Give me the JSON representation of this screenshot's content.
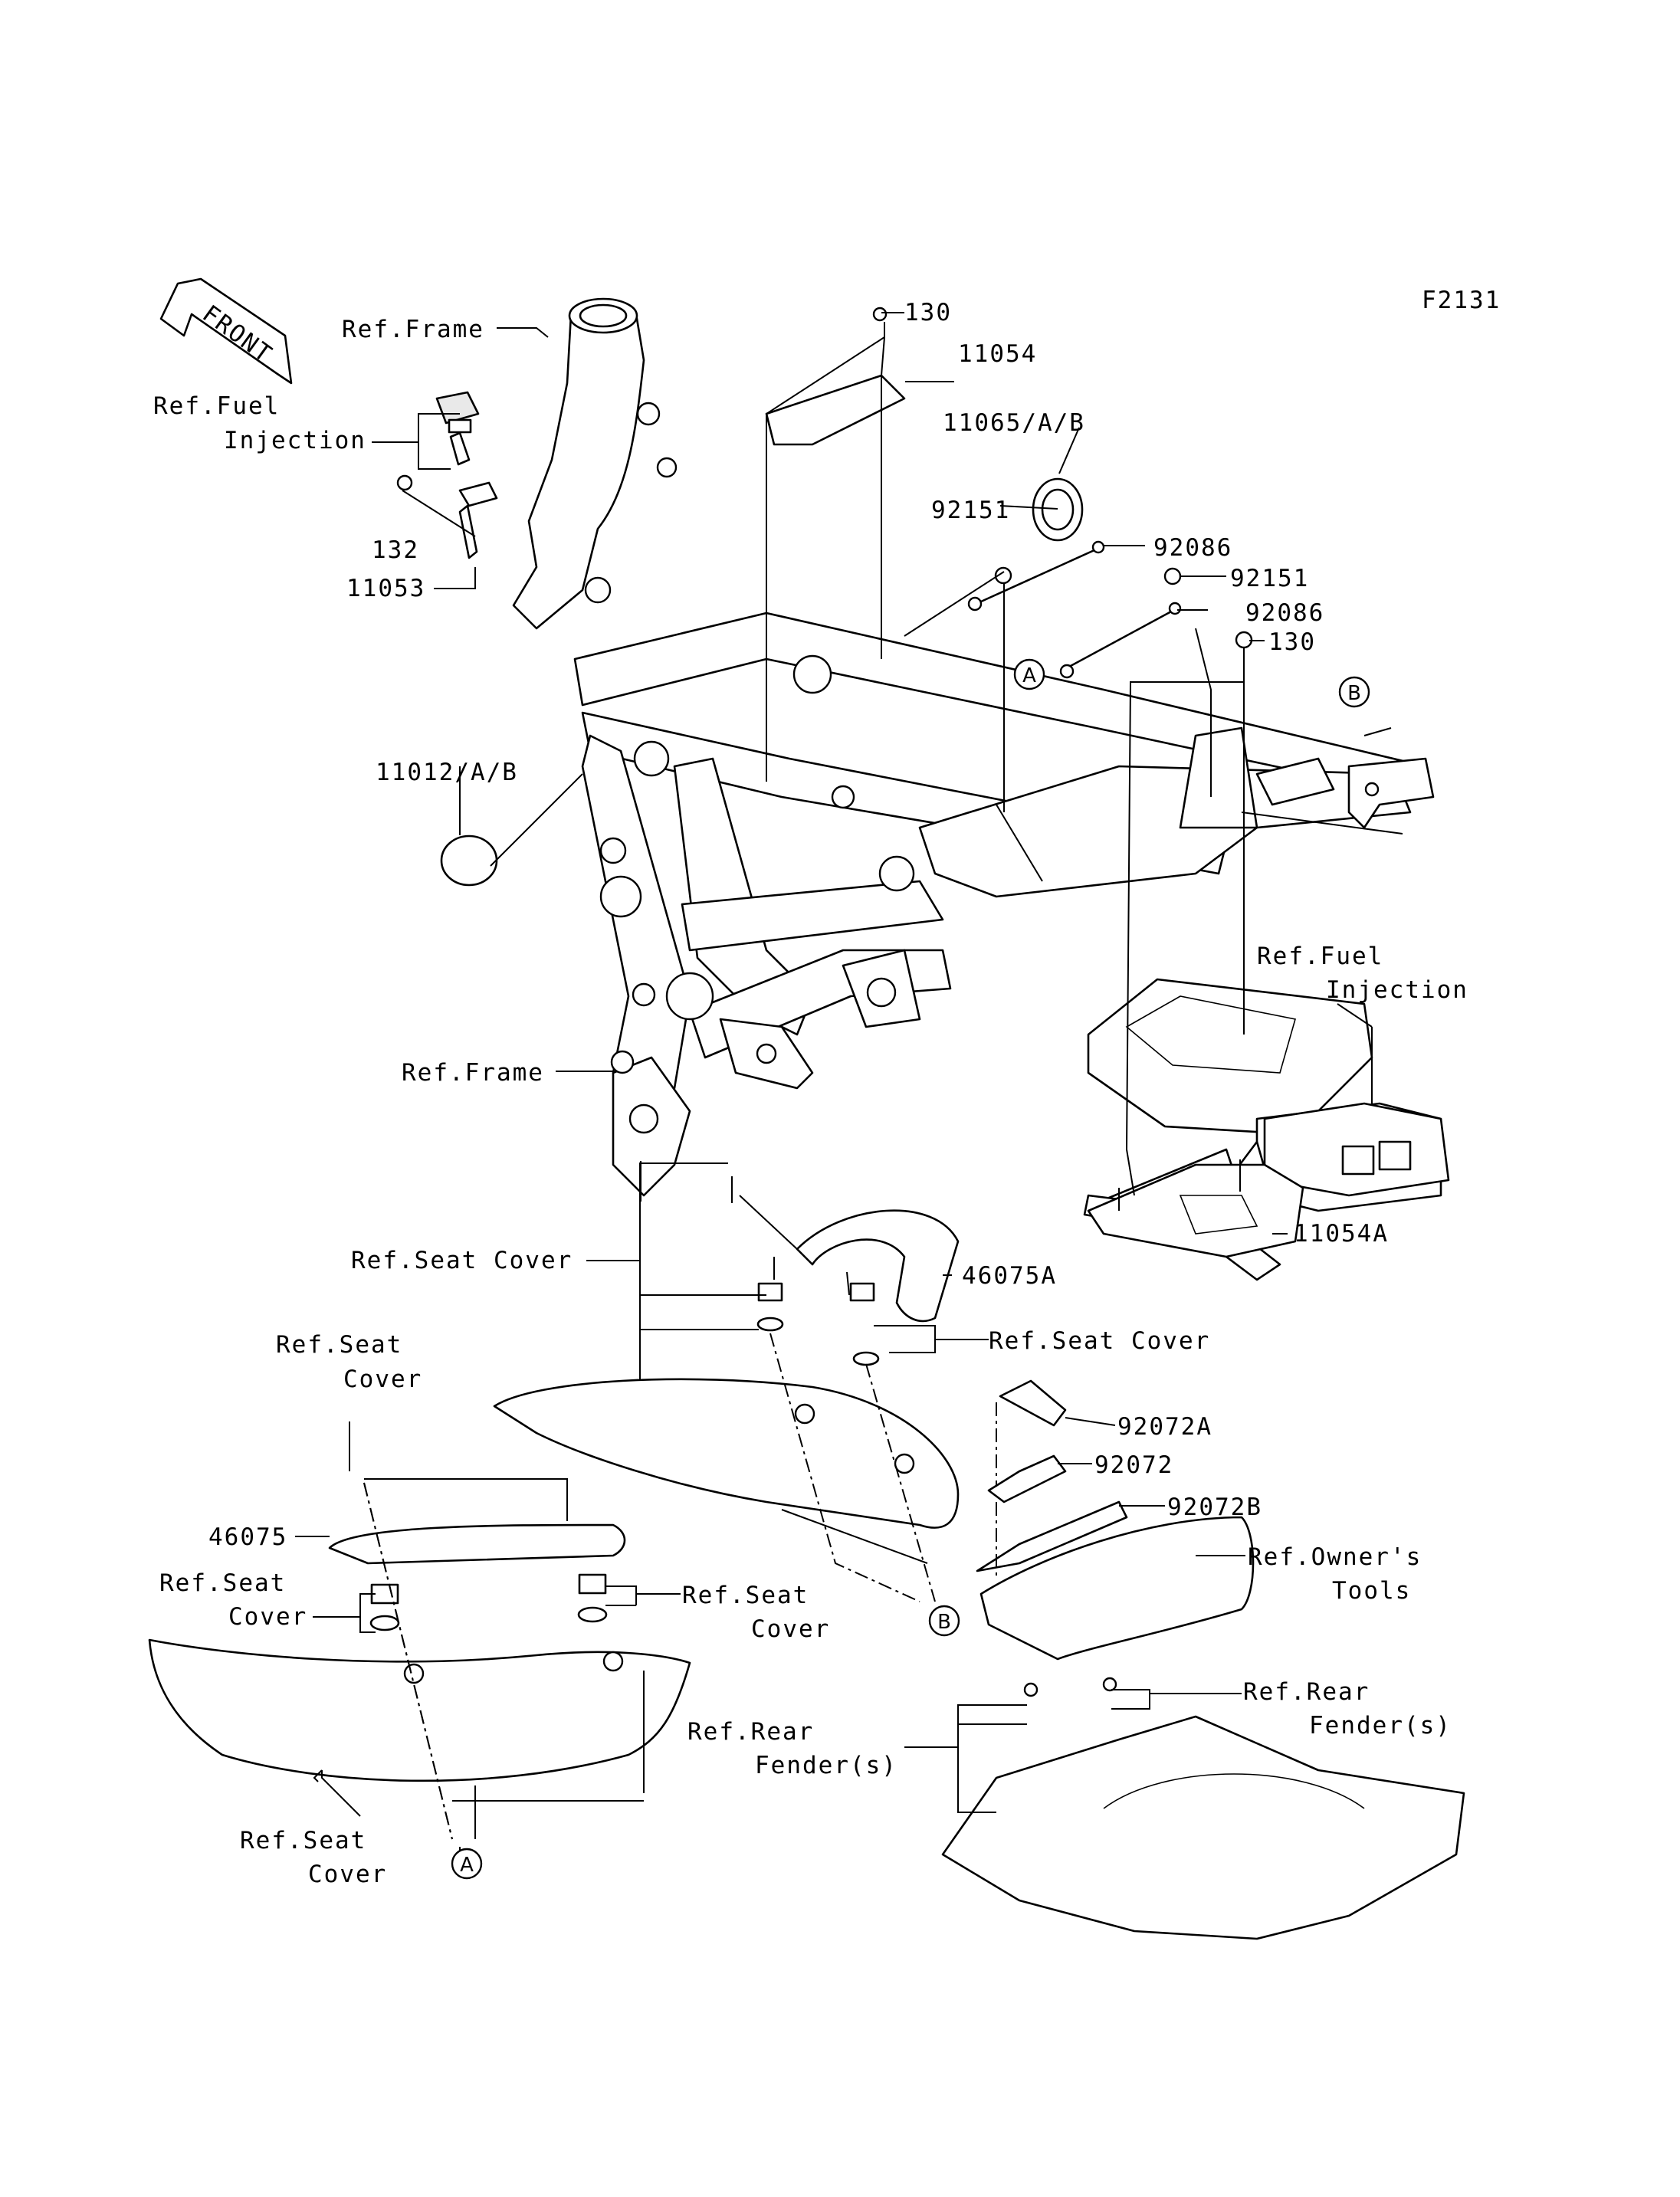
{
  "diagram_code": "F2131",
  "front_arrow_text": "FRONT",
  "labels": {
    "ref_frame_top": "Ref.Frame",
    "ref_fuel_inj_left_1": "Ref.Fuel",
    "ref_fuel_inj_left_2": "Injection",
    "p132": "132",
    "p11053": "11053",
    "p11012": "11012/A/B",
    "ref_frame_bottom": "Ref.Frame",
    "p130_top": "130",
    "p11054": "11054",
    "p11065": "11065/A/B",
    "p92151_a": "92151",
    "p92086_a": "92086",
    "p92151_b": "92151",
    "p92086_b": "92086",
    "p130_b": "130",
    "ref_fuel_inj_right_1": "Ref.Fuel",
    "ref_fuel_inj_right_2": "Injection",
    "p11054a": "11054A",
    "ref_seat_cover_center": "Ref.Seat Cover",
    "p46075a": "46075A",
    "ref_seat_cover_center_right": "Ref.Seat Cover",
    "ref_seat_cover_left_1": "Ref.Seat",
    "ref_seat_cover_left_2": "Cover",
    "p46075": "46075",
    "ref_seat_cover_left_mid_1": "Ref.Seat",
    "ref_seat_cover_left_mid_2": "Cover",
    "ref_seat_cover_mid_right_1": "Ref.Seat",
    "ref_seat_cover_mid_right_2": "Cover",
    "ref_seat_cover_bottom_1": "Ref.Seat",
    "ref_seat_cover_bottom_2": "Cover",
    "p92072a": "92072A",
    "p92072": "92072",
    "p92072b": "92072B",
    "ref_owners_tools_1": "Ref.Owner's",
    "ref_owners_tools_2": "Tools",
    "ref_rear_fender_left_1": "Ref.Rear",
    "ref_rear_fender_left_2": "Fender(s)",
    "ref_rear_fender_right_1": "Ref.Rear",
    "ref_rear_fender_right_2": "Fender(s)"
  },
  "callouts": {
    "a_frame": "A",
    "b_frame": "B",
    "b_seat": "B",
    "a_seat": "A"
  }
}
